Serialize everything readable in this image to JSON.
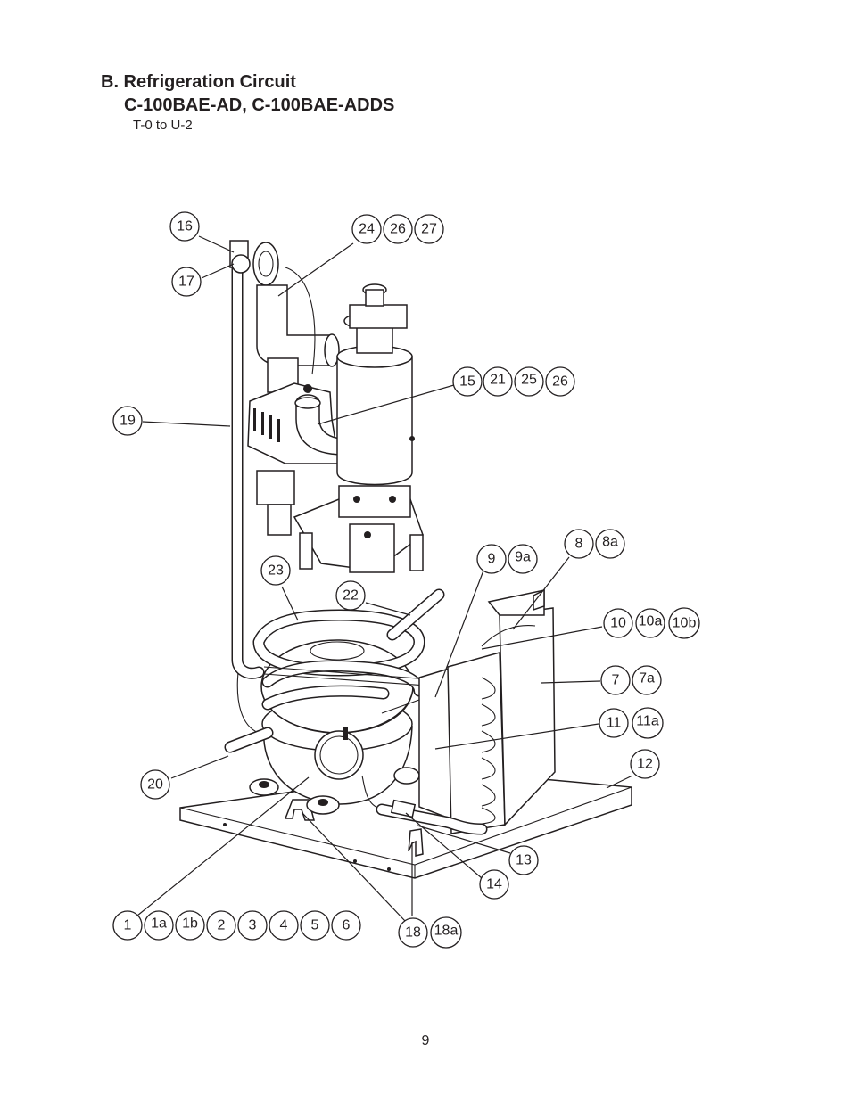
{
  "section_title": "B. Refrigeration Circuit",
  "model_title": "C-100BAE-AD, C-100BAE-ADDS",
  "serial_range": "T-0 to U-2",
  "page_number": "9",
  "callouts": {
    "c16": "16",
    "c17": "17",
    "c24": "24",
    "c26a": "26",
    "c27": "27",
    "c15": "15",
    "c21": "21",
    "c25": "25",
    "c26b": "26",
    "c19": "19",
    "c8": "8",
    "c8a": "8a",
    "c9": "9",
    "c9a": "9a",
    "c23": "23",
    "c22": "22",
    "c10": "10",
    "c10a": "10a",
    "c10b": "10b",
    "c7": "7",
    "c7a": "7a",
    "c11": "11",
    "c11a": "11a",
    "c12": "12",
    "c20": "20",
    "c13": "13",
    "c14": "14",
    "c1": "1",
    "c1a": "1a",
    "c1b": "1b",
    "c2": "2",
    "c3": "3",
    "c4": "4",
    "c5": "5",
    "c6": "6",
    "c18": "18",
    "c18a": "18a"
  }
}
